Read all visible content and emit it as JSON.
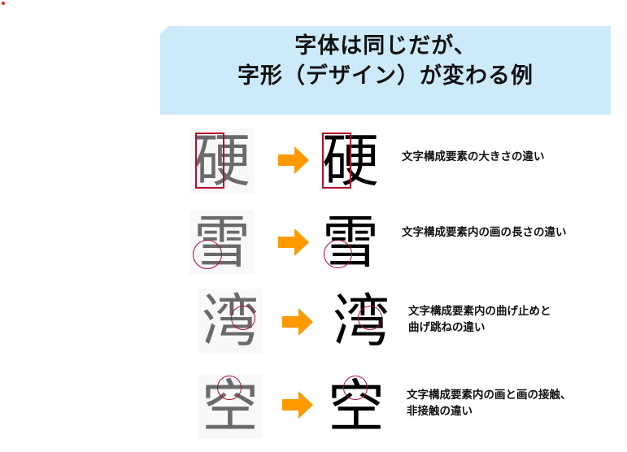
{
  "header": {
    "title_line1": "字体は同じだが、",
    "title_line2": "字形（デザイン）が変わる例",
    "background_color": "#cdeafb"
  },
  "examples": [
    {
      "before_glyph": "硬",
      "after_glyph": "硬",
      "arrow_icon": "right-arrow",
      "highlight": "rectangle",
      "description_line1": "文字構成要素の大きさの違い",
      "description_line2": ""
    },
    {
      "before_glyph": "雪",
      "after_glyph": "雪",
      "arrow_icon": "right-arrow",
      "highlight": "circle",
      "description_line1": "文字構成要素内の画の長さの違い",
      "description_line2": ""
    },
    {
      "before_glyph": "湾",
      "after_glyph": "湾",
      "arrow_icon": "right-arrow",
      "highlight": "circle",
      "description_line1": "文字構成要素内の曲げ止めと",
      "description_line2": "曲げ跳ねの違い"
    },
    {
      "before_glyph": "空",
      "after_glyph": "空",
      "arrow_icon": "right-arrow",
      "highlight": "circle",
      "description_line1": "文字構成要素内の画と画の接触、",
      "description_line2": "非接触の違い"
    }
  ],
  "colors": {
    "arrow": "#ff9900",
    "highlight": "#b0102a",
    "before_glyph": "#6a6a6a",
    "after_glyph": "#000000"
  }
}
